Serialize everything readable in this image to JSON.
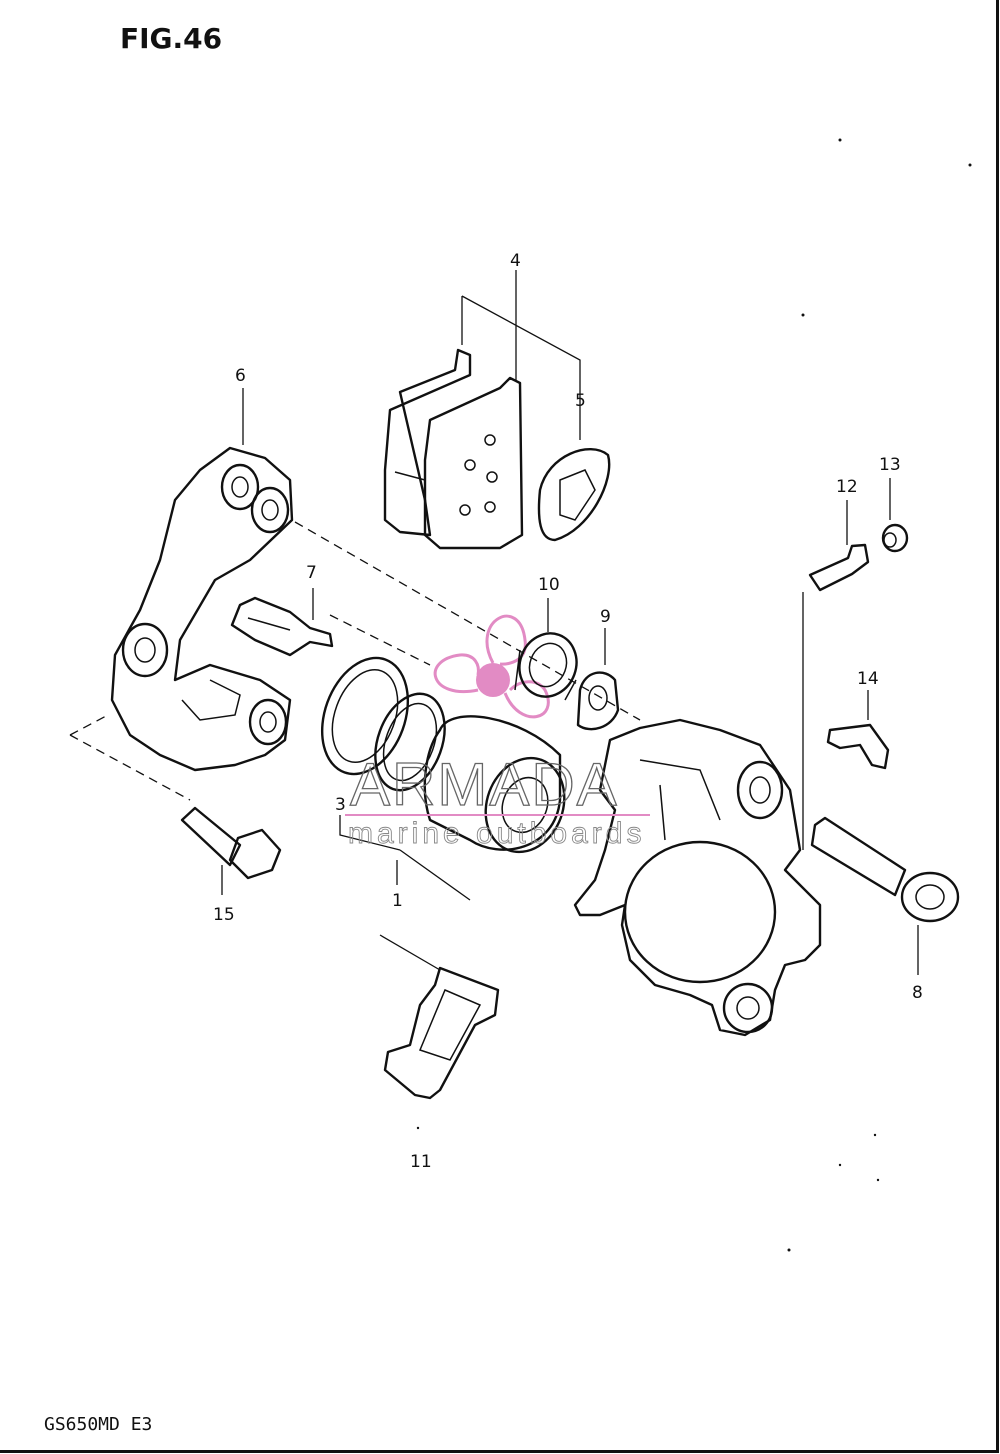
{
  "header": {
    "figure_title": "FIG.46"
  },
  "footer": {
    "model_code": "GS650MD  E3"
  },
  "watermark": {
    "brand": "ARMADA",
    "tagline": "marine outboards",
    "logo_color": "#e28bc4"
  },
  "callouts": {
    "c1": "1",
    "c3": "3",
    "c4": "4",
    "c5": "5",
    "c6": "6",
    "c7": "7",
    "c8": "8",
    "c9": "9",
    "c10": "10",
    "c11": "11",
    "c12": "12",
    "c13": "13",
    "c14": "14",
    "c15": "15"
  }
}
